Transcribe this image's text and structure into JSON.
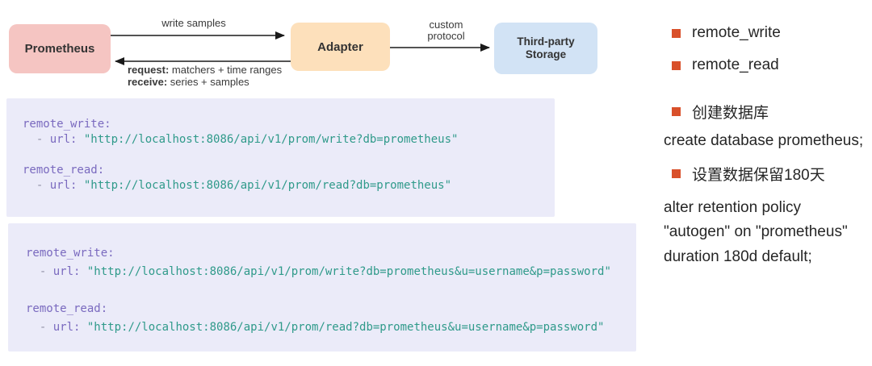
{
  "diagram": {
    "prometheus_label": "Prometheus",
    "adapter_label": "Adapter",
    "storage_label_line1": "Third-party",
    "storage_label_line2": "Storage",
    "write_samples_label": "write samples",
    "request_label_bold": "request:",
    "request_label_rest": " matchers + time ranges",
    "receive_label_bold": "receive:",
    "receive_label_rest": " series + samples",
    "custom_protocol_line1": "custom",
    "custom_protocol_line2": "protocol"
  },
  "colors": {
    "prometheus_box": "#f5c5c2",
    "adapter_box": "#fde0bb",
    "storage_box": "#d2e3f5",
    "code_background": "#ebebf9",
    "code_key": "#7a6abf",
    "code_dash": "#9191a6",
    "code_string": "#2f9a8a",
    "bullet": "#d9502a",
    "arrow": "#1a1a1a"
  },
  "code_block_plain": {
    "write_key": "remote_write:",
    "write_dash": "  - ",
    "write_url_key": "url: ",
    "write_url_value": "\"http://localhost:8086/api/v1/prom/write?db=prometheus\"",
    "read_key": "remote_read:",
    "read_dash": "  - ",
    "read_url_key": "url: ",
    "read_url_value": "\"http://localhost:8086/api/v1/prom/read?db=prometheus\""
  },
  "code_block_auth": {
    "write_key": "remote_write:",
    "write_dash": "  - ",
    "write_url_key": "url: ",
    "write_url_value": "\"http://localhost:8086/api/v1/prom/write?db=prometheus&u=username&p=password\"",
    "read_key": "remote_read:",
    "read_dash": "  - ",
    "read_url_key": "url: ",
    "read_url_value": "\"http://localhost:8086/api/v1/prom/read?db=prometheus&u=username&p=password\""
  },
  "right_panel": {
    "items": [
      {
        "bullet": true,
        "text": "remote_write"
      },
      {
        "bullet": true,
        "text": "remote_read"
      },
      {
        "bullet": true,
        "text": "创建数据库"
      },
      {
        "bullet": false,
        "text": "create database prometheus;"
      },
      {
        "bullet": true,
        "text": "设置数据保留180天"
      },
      {
        "bullet": false,
        "text": "alter retention policy"
      },
      {
        "bullet": false,
        "text": "\"autogen\" on \"prometheus\""
      },
      {
        "bullet": false,
        "text": "duration 180d default;"
      }
    ]
  }
}
